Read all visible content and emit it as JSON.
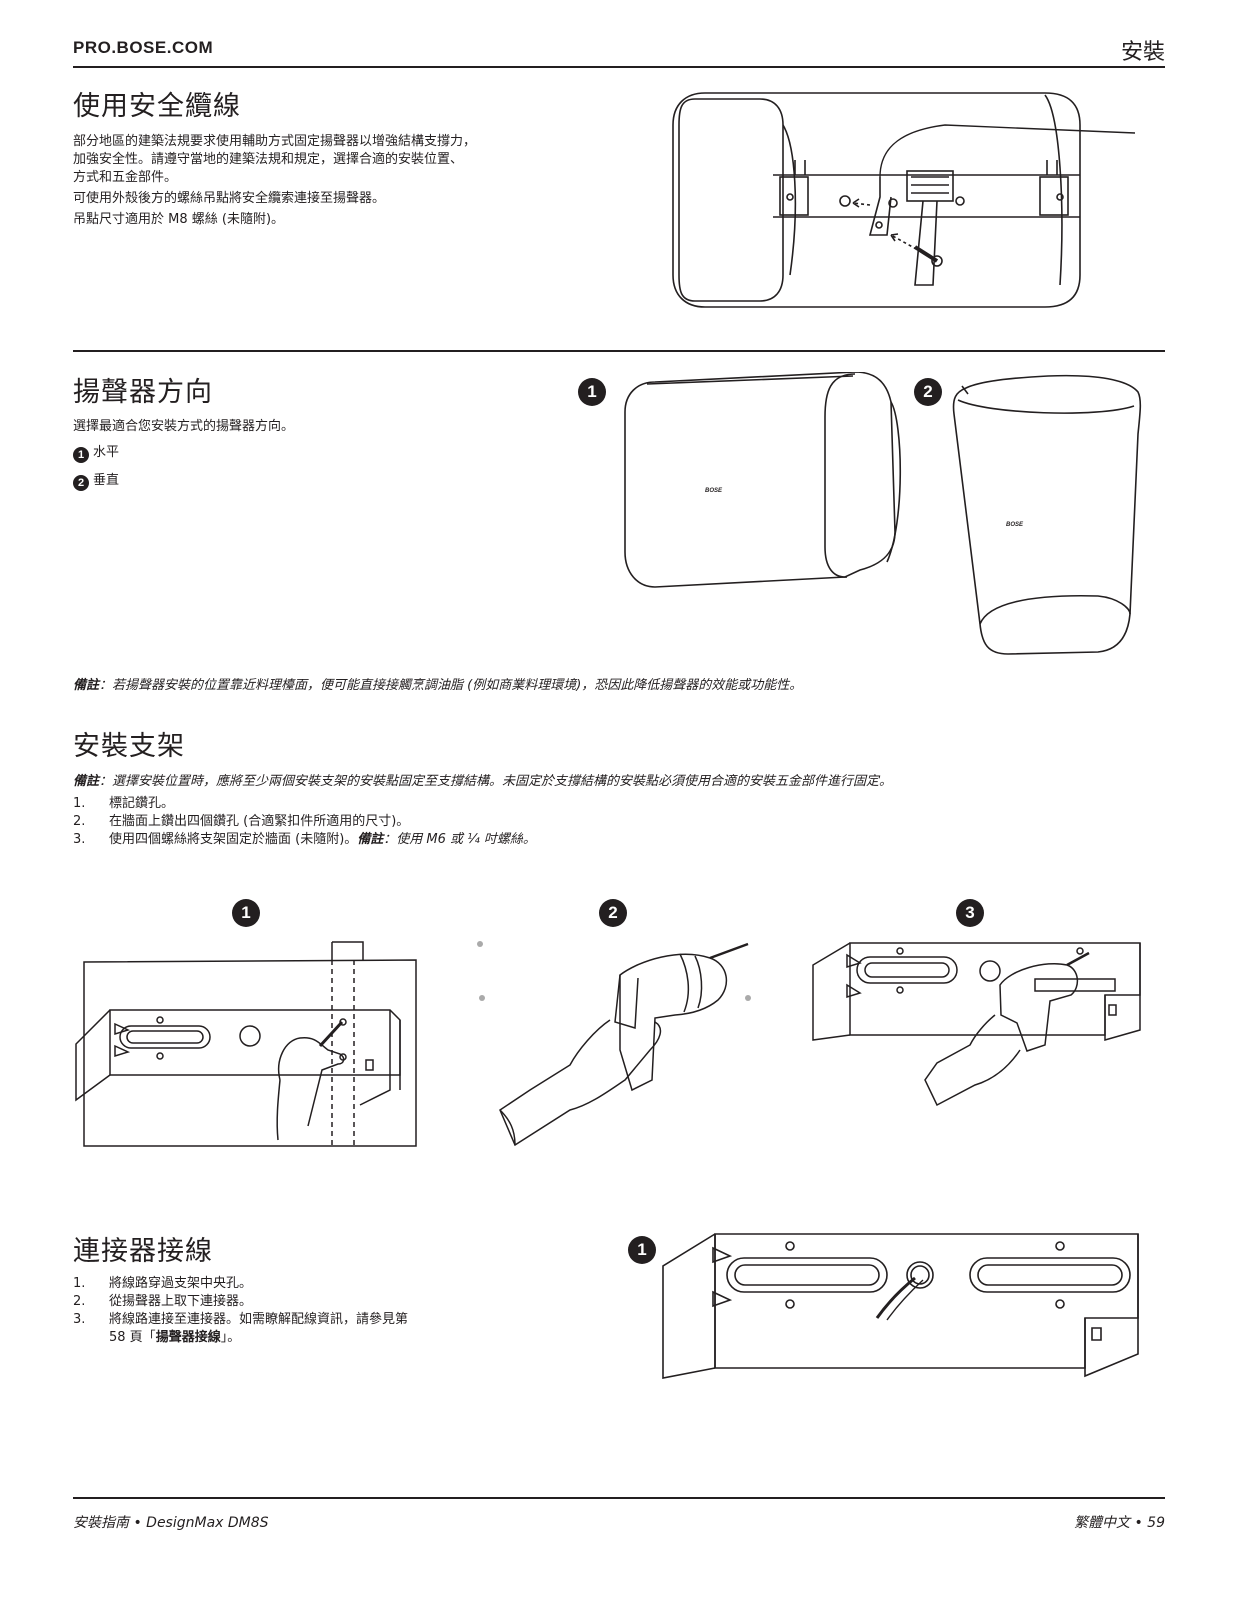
{
  "header": {
    "site": "PRO.BOSE.COM",
    "chapter": "安裝"
  },
  "safety_cable": {
    "title": "使用安全纜線",
    "paragraphs": [
      "部分地區的建築法規要求使用輔助方式固定揚聲器以增強結構支撐力，",
      "加強安全性。請遵守當地的建築法規和規定，選擇合適的安裝位置、",
      "方式和五金部件。",
      "可使用外殼後方的螺絲吊點將安全纜索連接至揚聲器。",
      "吊點尺寸適用於 M8 螺絲 (未隨附)。"
    ]
  },
  "orientation": {
    "title": "揚聲器方向",
    "intro": "選擇最適合您安裝方式的揚聲器方向。",
    "options": [
      {
        "badge": "1",
        "label": "水平"
      },
      {
        "badge": "2",
        "label": "垂直"
      }
    ],
    "figure_badges": [
      "1",
      "2"
    ],
    "logo_text": "BOSE",
    "note_label": "備註",
    "note_text": "：若揚聲器安裝的位置靠近料理檯面，便可能直接接觸烹調油脂 (例如商業料理環境)，恐因此降低揚聲器的效能或功能性。"
  },
  "bracket": {
    "title": "安裝支架",
    "note_label": "備註",
    "note_text": "：選擇安裝位置時，應將至少兩個安裝支架的安裝點固定至支撐結構。未固定於支撐結構的安裝點必須使用合適的安裝五金部件進行固定。",
    "steps": [
      {
        "num": "1.",
        "text": "標記鑽孔。"
      },
      {
        "num": "2.",
        "text": "在牆面上鑽出四個鑽孔 (合適緊扣件所適用的尺寸)。"
      },
      {
        "num": "3.",
        "text": "使用四個螺絲將支架固定於牆面 (未隨附)。",
        "note_label": "備註",
        "note_text": "：使用 M6 或 ¼ 吋螺絲。"
      }
    ],
    "figure_badges": [
      "1",
      "2",
      "3"
    ]
  },
  "connector": {
    "title": "連接器接線",
    "steps": [
      {
        "num": "1.",
        "text": "將線路穿過支架中央孔。"
      },
      {
        "num": "2.",
        "text": "從揚聲器上取下連接器。"
      },
      {
        "num": "3.",
        "text_a": "將線路連接至連接器。如需瞭解配線資訊，請參見第",
        "text_b_pre": "58 頁「",
        "text_b_bold": "揚聲器接線",
        "text_b_post": "」。"
      }
    ],
    "figure_badge": "1"
  },
  "footer": {
    "left": "安裝指南 • DesignMax DM8S",
    "right": "繁體中文 • 59"
  }
}
